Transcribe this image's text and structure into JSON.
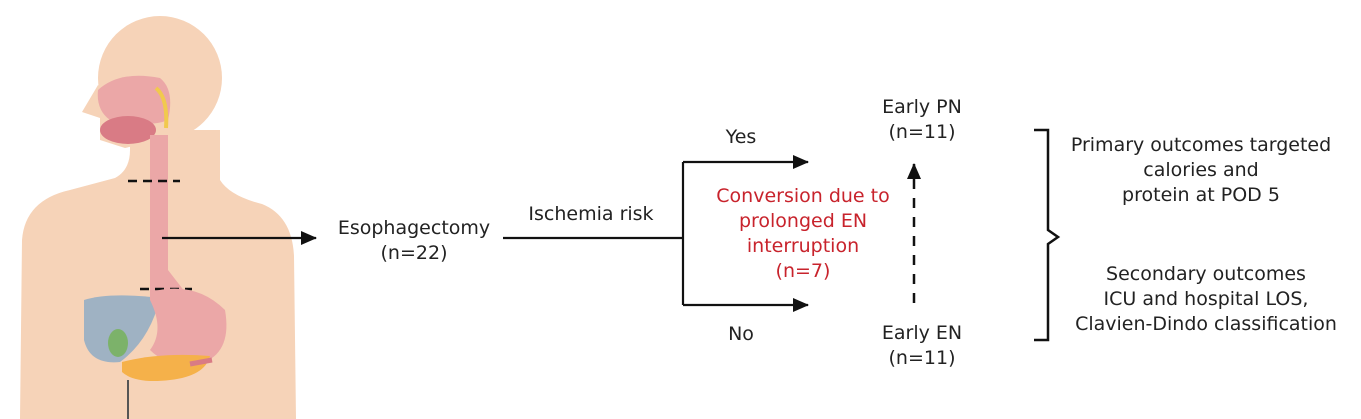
{
  "colors": {
    "conversion_text": "#c8232c",
    "skin": "#f6d3b8",
    "tract": "#eba7a7",
    "liver": "#9fb2c3"
  },
  "icons": {
    "anatomy": "human-digestive-tract-illustration"
  },
  "nodes": {
    "esophagectomy": {
      "label": "Esophagectomy",
      "n": "(n=22)"
    },
    "ischemia": {
      "label": "Ischemia risk"
    },
    "yes": {
      "label": "Yes"
    },
    "no": {
      "label": "No"
    },
    "early_pn": {
      "label": "Early PN",
      "n": "(n=11)"
    },
    "early_en": {
      "label": "Early EN",
      "n": "(n=11)"
    },
    "conversion": {
      "lines": [
        "Conversion due to",
        "prolonged EN",
        "interruption",
        "(n=7)"
      ]
    }
  },
  "outcomes": {
    "primary": [
      "Primary outcomes targeted",
      "calories and",
      "protein at POD 5"
    ],
    "secondary": [
      "Secondary outcomes",
      "ICU and hospital LOS,",
      "Clavien-Dindo classification"
    ]
  }
}
